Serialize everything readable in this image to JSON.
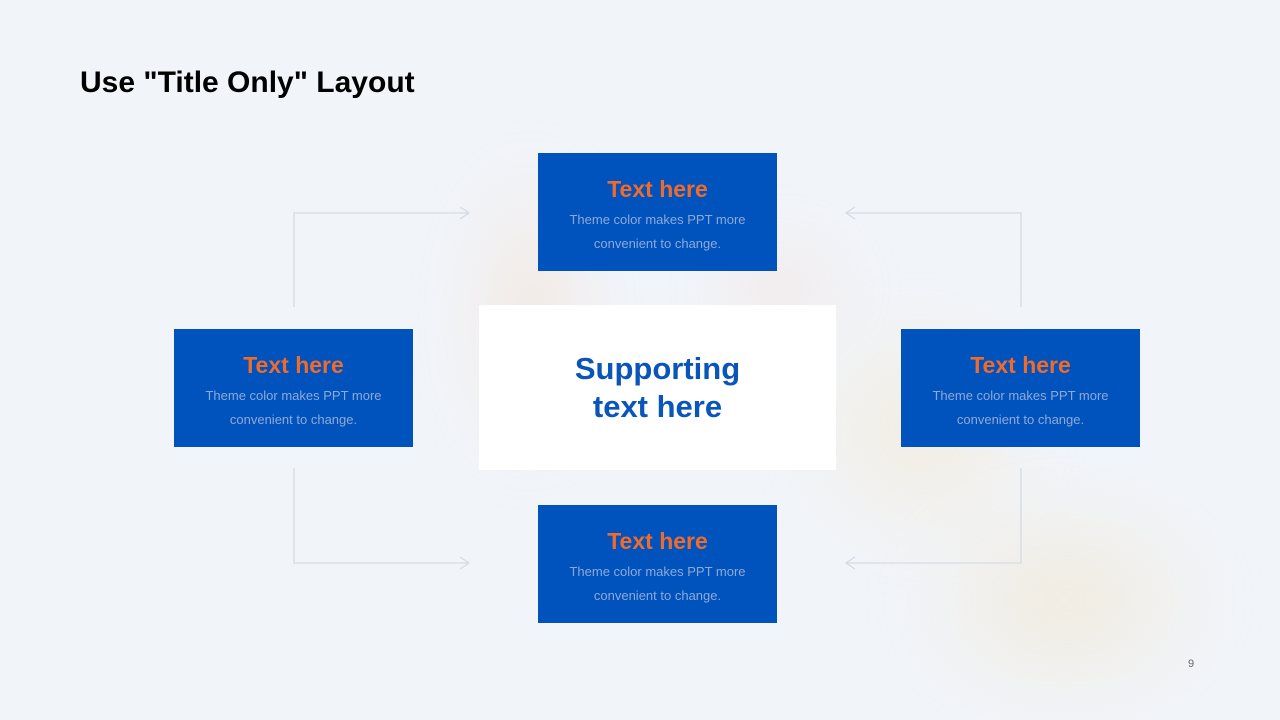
{
  "slide": {
    "title": "Use \"Title Only\" Layout",
    "page_number": "9"
  },
  "center": {
    "text": "Supporting text here"
  },
  "nodes": {
    "top": {
      "title": "Text here",
      "body": "Theme  color makes PPT more\nconvenient  to change."
    },
    "left": {
      "title": "Text here",
      "body": "Theme  color makes PPT more\nconvenient  to change."
    },
    "right": {
      "title": "Text here",
      "body": "Theme  color makes PPT more\nconvenient  to change."
    },
    "bottom": {
      "title": "Text here",
      "body": "Theme  color makes PPT more\nconvenient  to change."
    }
  },
  "colors": {
    "box_fill": "#0052bd",
    "box_title": "#ee6b2c",
    "box_body": "#8ea9d8",
    "center_text": "#0a55b9",
    "connector": "#d5dbe4"
  }
}
